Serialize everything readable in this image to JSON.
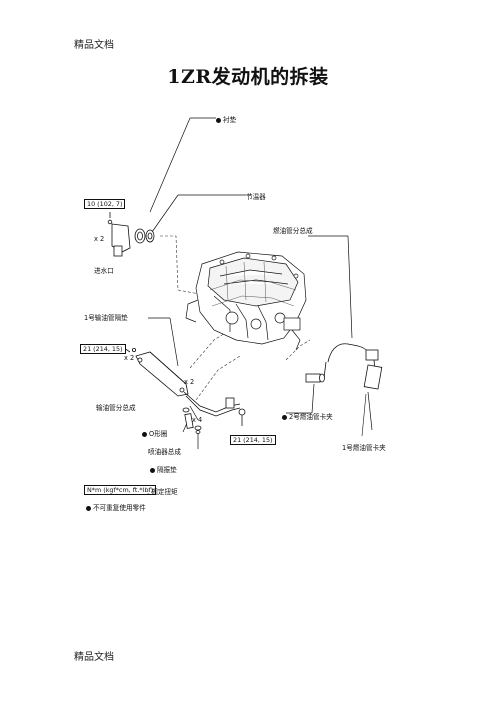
{
  "header": {
    "watermark_top": "精品文档",
    "watermark_bottom": "精品文档"
  },
  "title": "1ZR发动机的拆装",
  "labels": {
    "gasket": "衬垫",
    "thermostat": "节温器",
    "water_inlet": "进水口",
    "fuel_tube_assy": "燃油管分总成",
    "delivery_spacer": "1号输油管隔垫",
    "delivery_pipe_assy": "输油管分总成",
    "o_ring": "O形圈",
    "injector_assy": "喷油器总成",
    "insulator": "隔振垫",
    "clamp_2": "2号燃油管卡夹",
    "clamp_1": "1号燃油管卡夹"
  },
  "torques": {
    "t1": "10 (102, 7)",
    "t2": "21 (214, 15)",
    "t3": "21 (214, 15)"
  },
  "multipliers": {
    "m1": "x 2",
    "m2": "x 2",
    "m3": "x 2",
    "m4": "x 4"
  },
  "legend": {
    "torque_unit": "N*m (kgf*cm, ft.*lbf)",
    "torque_desc": ": 规定扭矩",
    "nonreusable": "不可重复使用零件"
  }
}
